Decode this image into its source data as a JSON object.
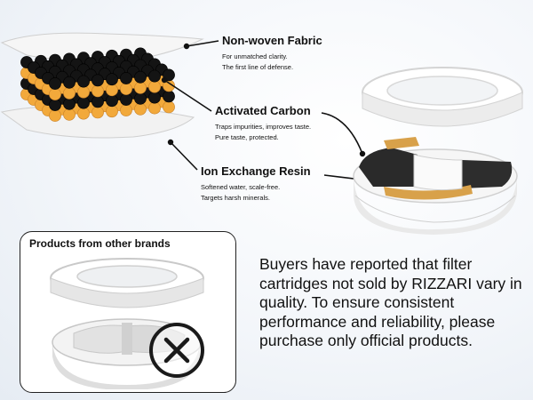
{
  "layers": [
    {
      "title": "Non-woven Fabric",
      "lines": [
        "For unmatched clarity.",
        "The first line of defense."
      ]
    },
    {
      "title": "Activated Carbon",
      "lines": [
        "Traps impurities, improves taste.",
        "Pure taste, protected."
      ]
    },
    {
      "title": "Ion Exchange Resin",
      "lines": [
        "Softened water, scale-free.",
        "Targets harsh minerals."
      ]
    }
  ],
  "other_brands": {
    "title": "Products from other brands"
  },
  "notice": "Buyers have reported that filter cartridges not sold by RIZZARI vary in quality. To ensure consistent performance and reliability, please purchase only official products.",
  "colors": {
    "carbon": "#141414",
    "resin": "#f2a93b",
    "fabric": "#f4f4f4",
    "cross": "#1a1a1a"
  },
  "icons": [
    "no-cross-icon"
  ]
}
